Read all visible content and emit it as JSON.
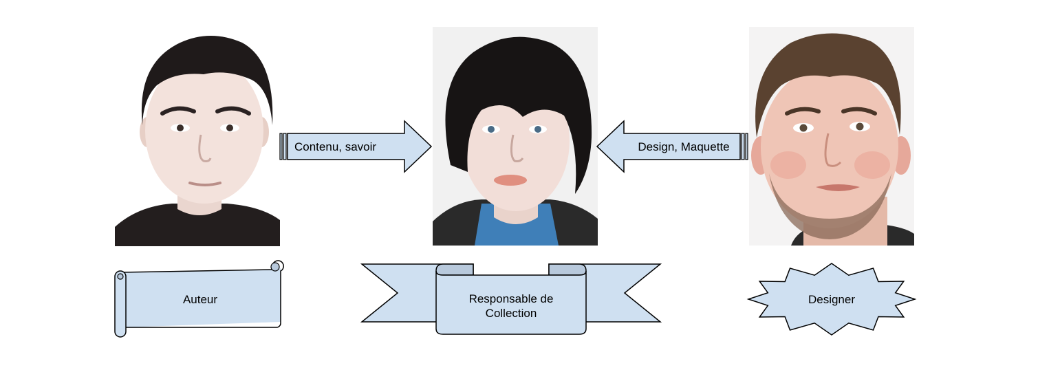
{
  "people": [
    {
      "role_label": "Auteur",
      "portrait_icon": "person-portrait-dark-hair"
    },
    {
      "role_label_lines": [
        "Responsable de",
        "Collection"
      ],
      "portrait_icon": "person-portrait-long-fringe"
    },
    {
      "role_label": "Designer",
      "portrait_icon": "person-portrait-short-beard"
    }
  ],
  "arrows": [
    {
      "label": "Contenu, savoir",
      "direction": "right"
    },
    {
      "label": "Design, Maquette",
      "direction": "left"
    }
  ],
  "colors": {
    "shape_fill": "#cfe0f1",
    "shape_stroke": "#000000",
    "shadow_fill": "#b8c9dc",
    "background": "#ffffff"
  }
}
